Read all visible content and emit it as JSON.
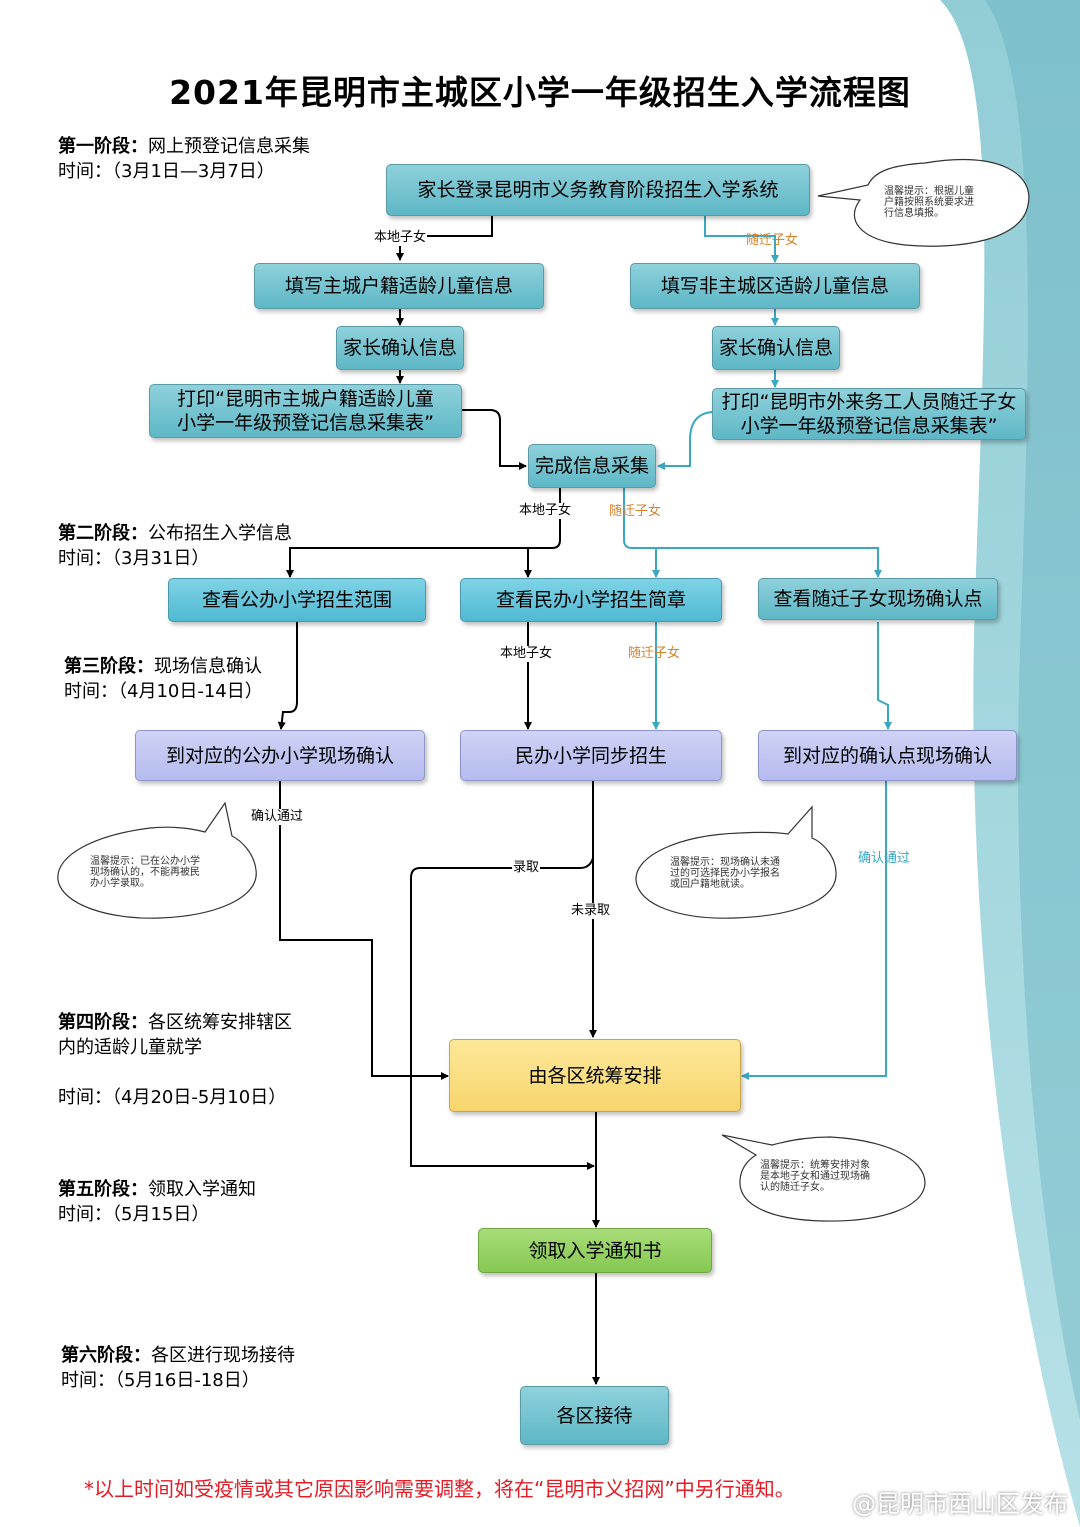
{
  "title": "2021年昆明市主城区小学一年级招生入学流程图",
  "stages": [
    {
      "name": "第一阶段：",
      "desc": "网上预登记信息采集",
      "time": "时间：（3月1日—3月7日）"
    },
    {
      "name": "第二阶段：",
      "desc": "公布招生入学信息",
      "time": "时间：（3月31日）"
    },
    {
      "name": "第三阶段：",
      "desc": "现场信息确认",
      "time": "时间：（4月10日-14日）"
    },
    {
      "name": "第四阶段：",
      "desc": "各区统筹安排辖区\n内的适龄儿童就学",
      "time": "时间：（4月20日-5月10日）"
    },
    {
      "name": "第五阶段：",
      "desc": "领取入学通知",
      "time": "时间：（5月15日）"
    },
    {
      "name": "第六阶段：",
      "desc": "各区进行现场接待",
      "time": "时间：（5月16日-18日）"
    }
  ],
  "nodes": {
    "login": "家长登录昆明市义务教育阶段招生入学系统",
    "fill_local": "填写主城户籍适龄儿童信息",
    "fill_migrant": "填写非主城区适龄儿童信息",
    "confirm_local": "家长确认信息",
    "confirm_migrant": "家长确认信息",
    "print_local": "打印“昆明市主城户籍适龄儿童\n小学一年级预登记信息采集表”",
    "print_migrant": "打印“昆明市外来务工人员随迁子女\n小学一年级预登记信息采集表”",
    "complete": "完成信息采集",
    "view_public": "查看公办小学招生范围",
    "view_private": "查看民办小学招生简章",
    "view_points": "查看随迁子女现场确认点",
    "onsite_public": "到对应的公办小学现场确认",
    "private_sync": "民办小学同步招生",
    "onsite_point": "到对应的确认点现场确认",
    "district": "由各区统筹安排",
    "notice": "领取入学通知书",
    "reception": "各区接待"
  },
  "edge_labels": {
    "local1": "本地子女",
    "migrant1": "随迁子女",
    "local2": "本地子女",
    "migrant2": "随迁子女",
    "local3": "本地子女",
    "migrant3": "随迁子女",
    "confirm_pass1": "确认通过",
    "admitted": "录取",
    "not_admitted": "未录取",
    "confirm_pass2": "确认通过"
  },
  "tips": {
    "tip1": "温馨提示：根据儿童\n户籍按照系统要求进\n行信息填报。",
    "tip2": "温馨提示：已在公办小学\n现场确认的，不能再被民\n办小学录取。",
    "tip3": "温馨提示：现场确认未通\n过的可选择民办小学报名\n或回户籍地就读。",
    "tip4": "温馨提示：统筹安排对象\n是本地子女和通过现场确\n认的随迁子女。"
  },
  "footnote": "*以上时间如受疫情或其它原因影响需要调整，将在“昆明市义招网”中另行通知。",
  "watermark": "@昆明市西山区发布",
  "colors": {
    "teal_box": "#6cc0cd",
    "blue_box": "#5ec3da",
    "lavender_box": "#c3c8f2",
    "yellow_box": "#fbe07f",
    "green_box": "#95d262",
    "local_arrow": "#000000",
    "migrant_arrow": "#3aa7c3",
    "migrant_label": "#d9822b",
    "footnote": "#e31c25"
  }
}
